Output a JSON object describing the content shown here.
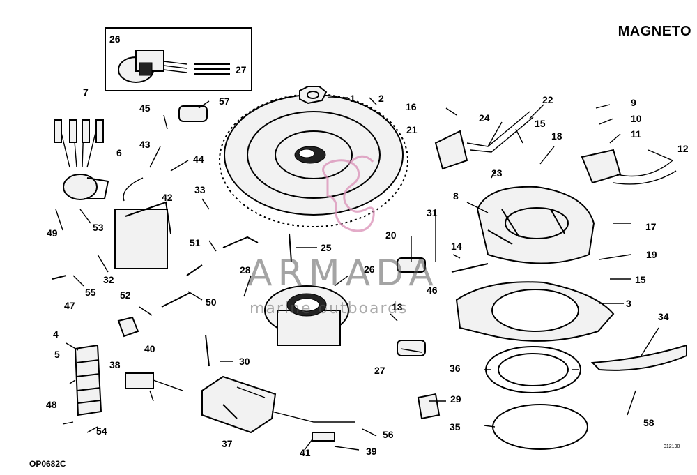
{
  "title": "MAGNETO",
  "drawing_code": "OP0682C",
  "small_code": "012190",
  "watermark": {
    "brand": "ARMADA",
    "tagline": "marine outboards",
    "logo": "seahorse-logo",
    "logo_color": "#d98fb6"
  },
  "callouts": [
    "1",
    "2",
    "3",
    "4",
    "5",
    "6",
    "7",
    "8",
    "9",
    "10",
    "11",
    "12",
    "13",
    "14",
    "15",
    "15",
    "16",
    "17",
    "18",
    "19",
    "20",
    "21",
    "22",
    "23",
    "24",
    "25",
    "26",
    "26",
    "27",
    "27",
    "28",
    "29",
    "30",
    "31",
    "32",
    "33",
    "34",
    "35",
    "36",
    "37",
    "38",
    "39",
    "40",
    "41",
    "42",
    "43",
    "44",
    "45",
    "46",
    "47",
    "48",
    "49",
    "50",
    "51",
    "52",
    "53",
    "54",
    "55",
    "56",
    "57",
    "58"
  ]
}
